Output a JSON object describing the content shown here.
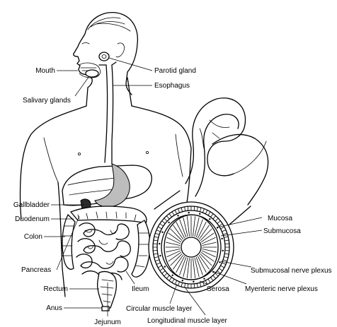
{
  "labels": {
    "mouth": "Mouth",
    "parotid_gland": "Parotid gland",
    "esophagus": "Esophagus",
    "salivary_glands": "Salivary glands",
    "gallbladder": "Gallbladder",
    "duodenum": "Duodenum",
    "colon": "Colon",
    "pancreas": "Pancreas",
    "rectum": "Rectum",
    "anus": "Anus",
    "jejunum": "Jejunum",
    "ileum": "Ileum",
    "circular_muscle_layer": "Circular muscle layer",
    "longitudinal_muscle_layer": "Longitudinal muscle layer",
    "serosa": "Serosa",
    "myenteric_nerve_plexus": "Myenteric nerve plexus",
    "submucosal_nerve_plexus": "Submucosal nerve plexus",
    "submucosa": "Submucosa",
    "mucosa": "Mucosa"
  }
}
